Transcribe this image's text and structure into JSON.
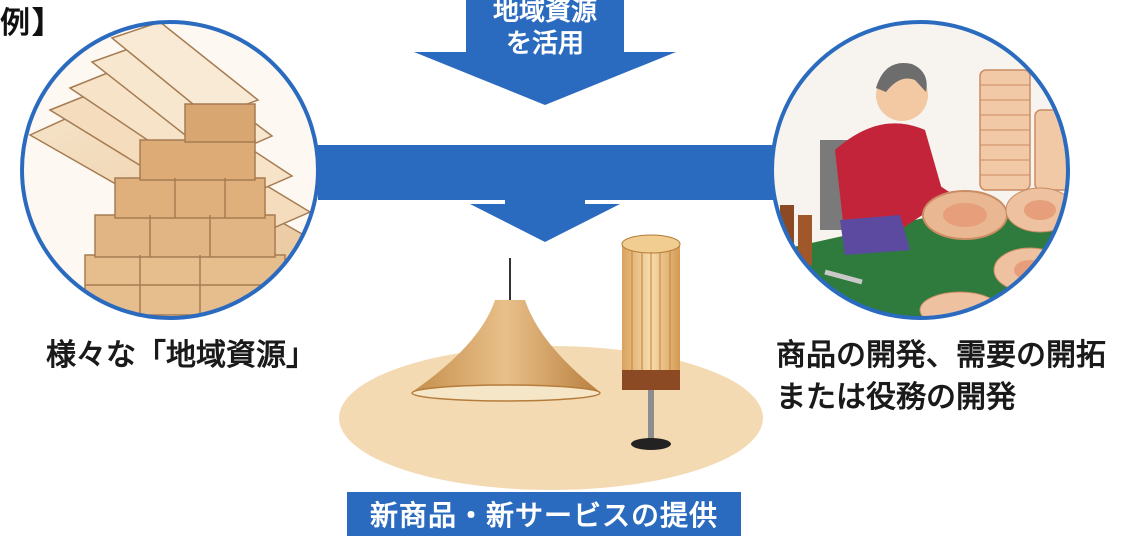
{
  "header": {
    "corner_fragment": "例】"
  },
  "arrow": {
    "label_line1": "地域資源",
    "label_line2": "を活用"
  },
  "left": {
    "caption": "様々な「地域資源」"
  },
  "right": {
    "caption_line1": "商品の開発、需要の開拓",
    "caption_line2": "または役務の開発"
  },
  "bottom": {
    "banner": "新商品・新サービスの提供"
  },
  "colors": {
    "accent_blue": "#2b6bbf",
    "circle_border": "#2b6bbf",
    "floor_tan": "#f3dab2"
  },
  "icons": {
    "left_circle": "stacked-lumber-illustration",
    "right_circle": "craftsman-making-wooden-plates-illustration",
    "center": "pendant-lamp-and-floor-lamp-illustration"
  }
}
